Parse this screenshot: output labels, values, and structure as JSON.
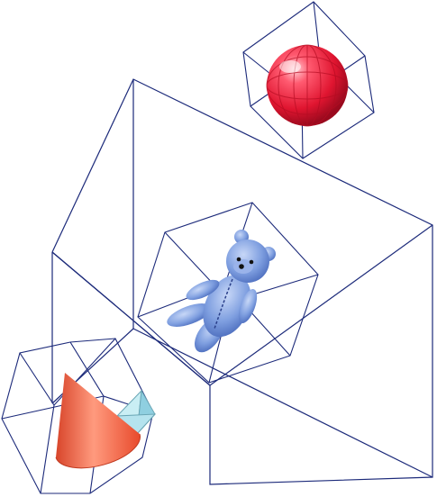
{
  "colors": {
    "wireframe": "#1c2a7a",
    "sphere": "#e8203a",
    "bear": "#6f93d8",
    "cone": "#f0603e",
    "pyramid": "#a8dbe6",
    "background": "#ffffff"
  },
  "objects": [
    "large-wireframe-box",
    "sphere-box",
    "red-sphere",
    "teddy-bear-box",
    "blue-teddy-bear",
    "cone-box",
    "orange-cone",
    "cyan-pyramid"
  ]
}
